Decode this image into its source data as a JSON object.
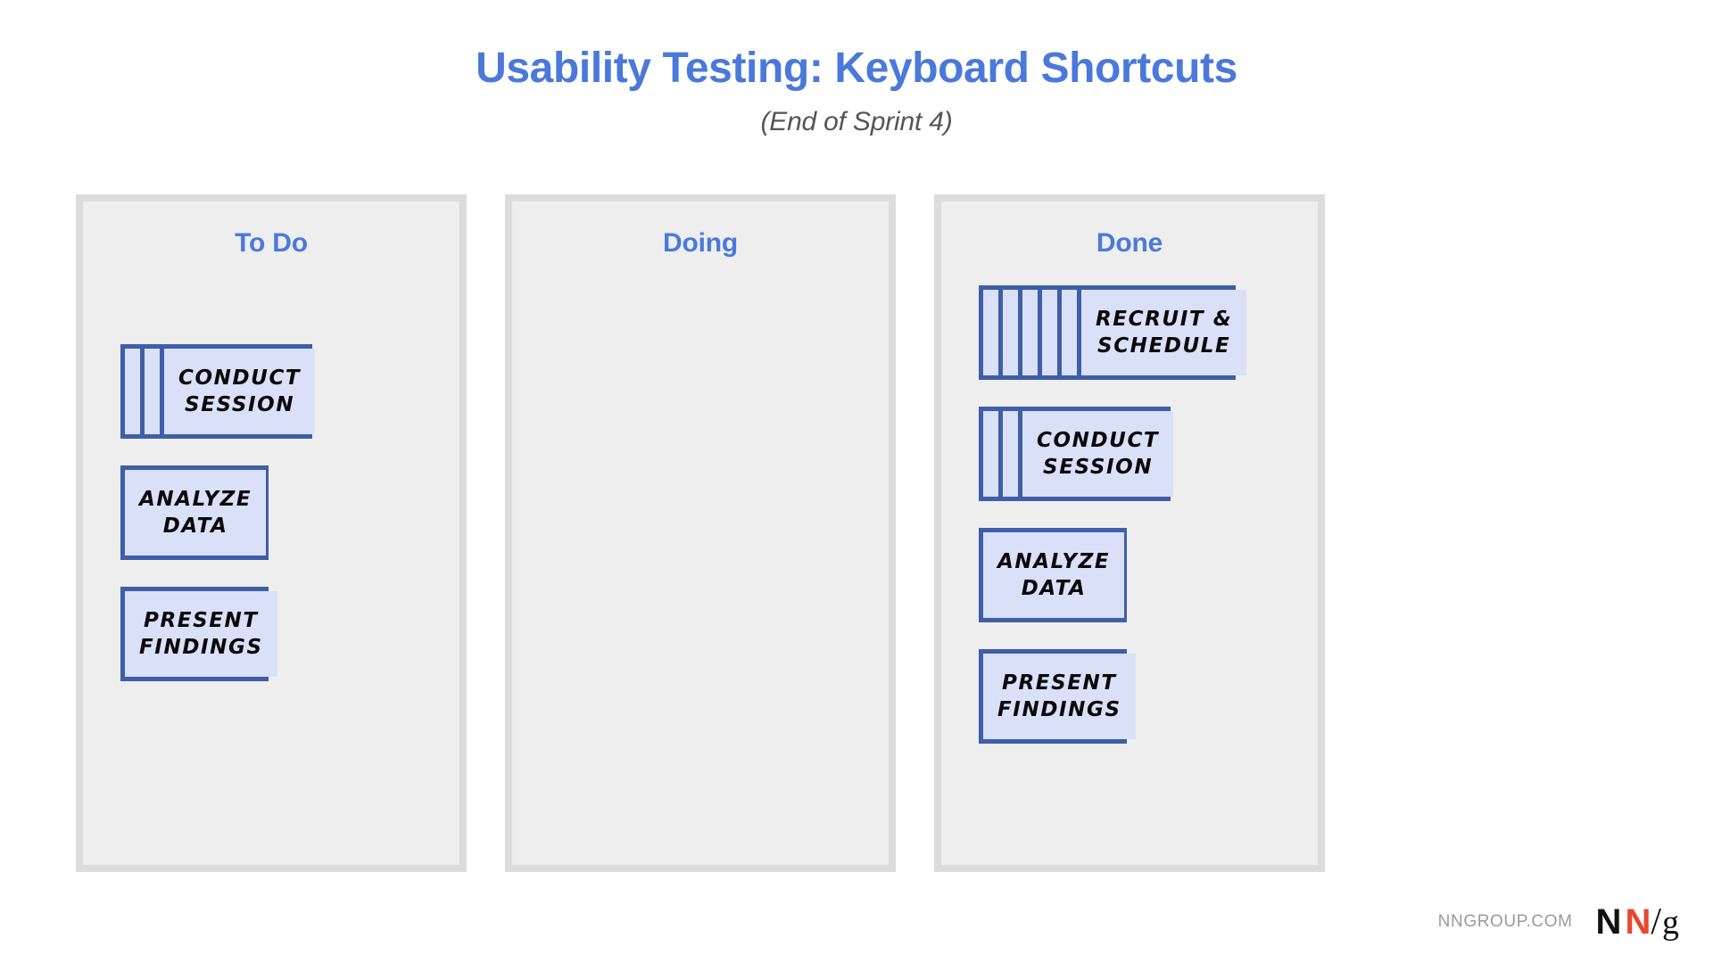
{
  "header": {
    "title": "Usability Testing: Keyboard Shortcuts",
    "subtitle": "(End of Sprint 4)"
  },
  "board": {
    "columns": [
      {
        "id": "to-do",
        "title": "To Do",
        "cards": [
          {
            "lines": [
              "CONDUCT",
              "SESSION"
            ],
            "stripes": 2,
            "width": "w-conduct"
          },
          {
            "lines": [
              "ANALYZE",
              "DATA"
            ],
            "stripes": 0,
            "width": "w-plain"
          },
          {
            "lines": [
              "PRESENT",
              "FINDINGS"
            ],
            "stripes": 0,
            "width": "w-plain"
          }
        ]
      },
      {
        "id": "doing",
        "title": "Doing",
        "cards": []
      },
      {
        "id": "done",
        "title": "Done",
        "cards": [
          {
            "lines": [
              "RECRUIT  &",
              "SCHEDULE"
            ],
            "stripes": 5,
            "width": "w-recruit"
          },
          {
            "lines": [
              "CONDUCT",
              "SESSION"
            ],
            "stripes": 2,
            "width": "w-conduct"
          },
          {
            "lines": [
              "ANALYZE",
              "DATA"
            ],
            "stripes": 0,
            "width": "w-plain"
          },
          {
            "lines": [
              "PRESENT",
              "FINDINGS"
            ],
            "stripes": 0,
            "width": "w-plain"
          }
        ]
      }
    ]
  },
  "footer": {
    "url": "NNGROUP.COM",
    "logo": {
      "n1": "N",
      "n2": "N",
      "slash": "/",
      "g": "g"
    }
  },
  "colors": {
    "title_blue": "#4A79DB",
    "card_border": "#3F5EA8",
    "card_fill": "#DAE0F8",
    "column_fill": "#EEEEEE",
    "column_border": "#DCDCDC",
    "logo_red": "#E8472F",
    "subtitle_gray": "#555555",
    "footer_gray": "#9A9A9A"
  }
}
